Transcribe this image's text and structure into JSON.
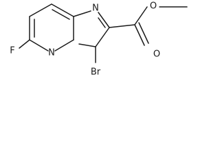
{
  "molecule": {
    "atoms": {
      "fluorine": "F",
      "ring_nitrogen_top": "N",
      "ring_nitrogen_bridge": "N",
      "bromine": "Br",
      "carbonyl_oxygen": "O",
      "ester_oxygen": "O"
    },
    "colors": {
      "ink": "#1a1a1a",
      "background": "#ffffff"
    }
  }
}
